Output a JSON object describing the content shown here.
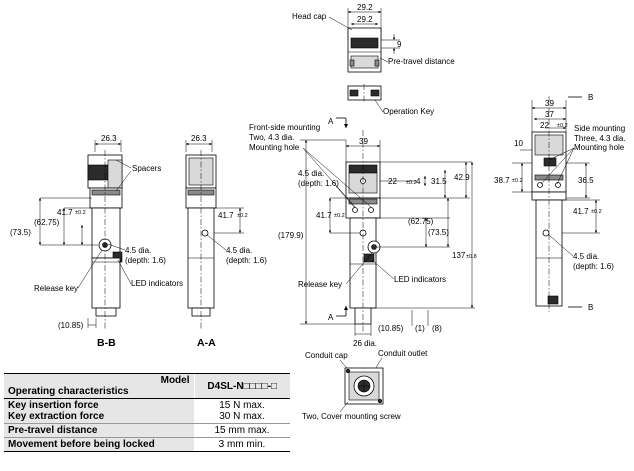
{
  "labels": {
    "head_cap": "Head cap",
    "pre_travel_distance": "Pre-travel distance",
    "operation_key": "Operation Key",
    "spacers": "Spacers",
    "release_key": "Release key",
    "led_indicators": "LED indicators",
    "hole_45_line1": "4.5 dia.",
    "hole_45_line2": "(depth: 1.6)",
    "front_mount_1": "Front-side mounting",
    "front_mount_2": "Two, 4.3 dia.",
    "front_mount_3": "Mounting hole",
    "side_mount_1": "Side mounting",
    "side_mount_2": "Three, 4.3 dia.",
    "side_mount_3": "Mounting hole",
    "conduit_cap": "Conduit cap",
    "conduit_outlet": "Conduit outlet",
    "cover_screw": "Two, Cover mounting screw",
    "section_a": "A",
    "section_b": "B",
    "view_bb": "B-B",
    "view_aa": "A-A"
  },
  "dims": {
    "d29_2": "29.2",
    "d9": "9",
    "d26_3": "26.3",
    "d41_7": "41.7",
    "tol02": "±0.2",
    "d62_75": "(62.75)",
    "d73_5": "(73.5)",
    "d10_85": "(10.85)",
    "d39": "39",
    "d37": "37",
    "d22": "22",
    "d4": "4",
    "d31_5": "31.5",
    "d42_9": "42.9",
    "d4_5": "4.5 dia.",
    "d179_9": "(179.9)",
    "d137": "137",
    "tol08": "±0.8",
    "d26dia": "26 dia.",
    "d1": "(1)",
    "d8": "(8)",
    "d10": "10",
    "d38_7": "38.7",
    "d36_5": "36.5"
  },
  "table": {
    "model_label": "Model",
    "op_char_label": "Operating characteristics",
    "model_value": "D4SL-N□□□□-□",
    "rows": [
      {
        "label1": "Key insertion force",
        "label2": "Key extraction force",
        "value1": "15 N max.",
        "value2": "30 N max."
      },
      {
        "label1": "Pre-travel distance",
        "value1": "15 mm max."
      },
      {
        "label1": "Movement before being locked",
        "value1": "3 mm min."
      }
    ]
  }
}
